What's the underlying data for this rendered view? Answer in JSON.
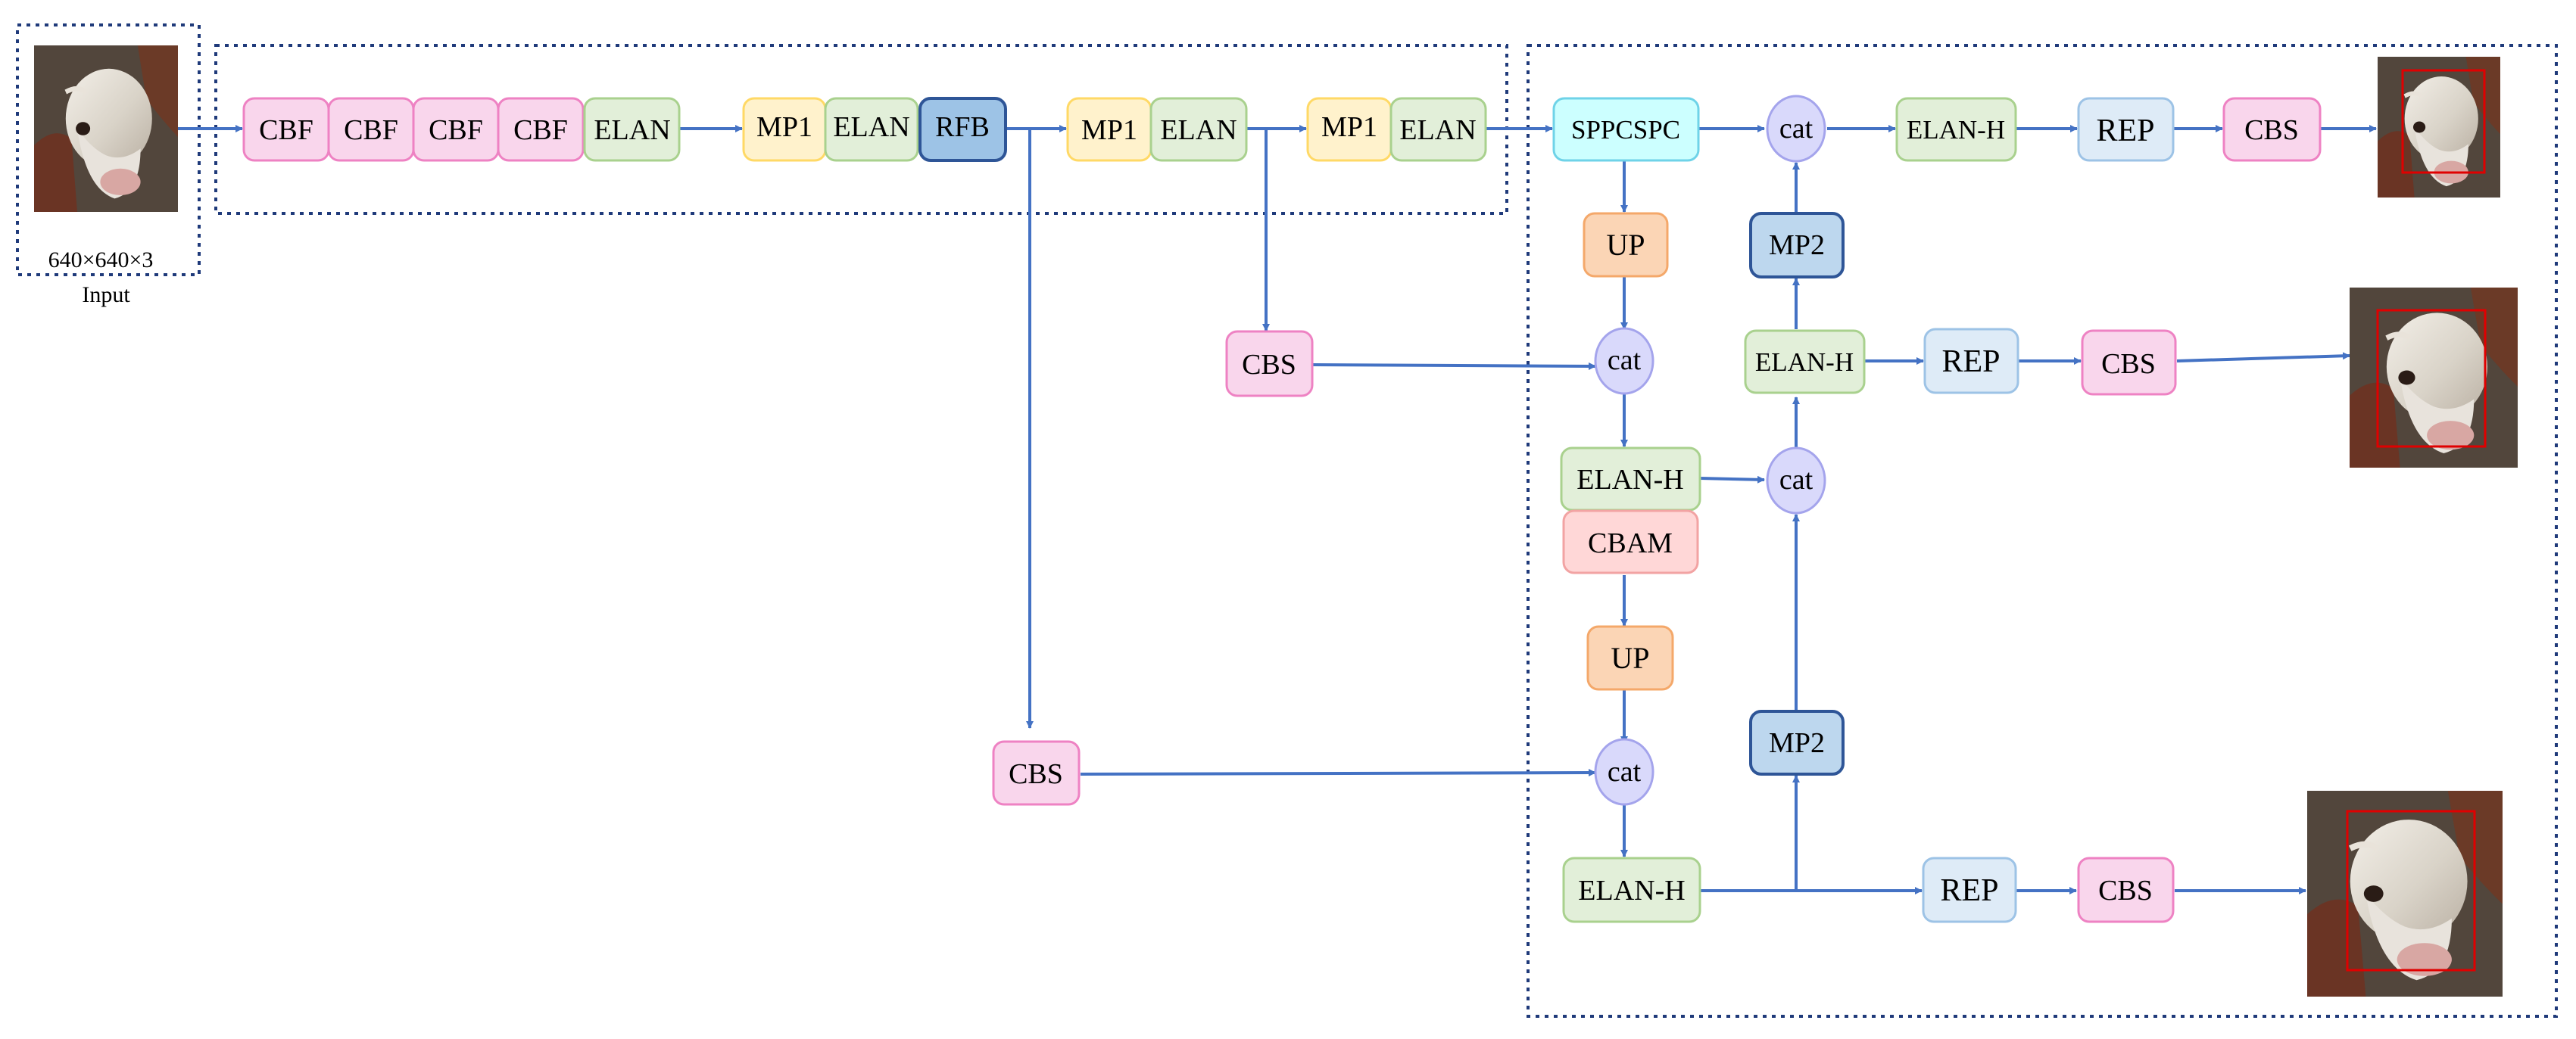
{
  "input": {
    "size_label": "640×640×3",
    "label": "Input"
  },
  "backbone": {
    "blocks": [
      "CBF",
      "CBF",
      "CBF",
      "CBF",
      "ELAN",
      "MP1",
      "ELAN",
      "RFB",
      "MP1",
      "ELAN",
      "MP1",
      "ELAN"
    ]
  },
  "head": {
    "sppcspc": "SPPCSPC",
    "up1": "UP",
    "up2": "UP",
    "cbs_mid": "CBS",
    "cbs_low": "CBS",
    "cat_top": "cat",
    "cat_mid_left": "cat",
    "cat_mid_right": "cat",
    "cat_low": "cat",
    "elan_h_mid_left": "ELAN-H",
    "cbam": "CBAM",
    "elan_h_low": "ELAN-H",
    "mp2_top": "MP2",
    "mp2_low": "MP2",
    "elan_h_mid_right": "ELAN-H",
    "elan_h_top": "ELAN-H",
    "rep_top": "REP",
    "rep_mid": "REP",
    "rep_low": "REP",
    "cbs_out_top": "CBS",
    "cbs_out_mid": "CBS",
    "cbs_out_low": "CBS"
  },
  "colors": {
    "arrow": "#4472c4",
    "dotted_border": "#1f3a7a",
    "cbf_fill": "#f9d6ec",
    "cbf_stroke": "#ee82c3",
    "elan_fill": "#e2efd9",
    "elan_stroke": "#a9d18e",
    "mp1_fill": "#fff2cc",
    "mp1_stroke": "#ffd966",
    "rfb_fill": "#9dc3e6",
    "rfb_stroke": "#2e5597",
    "spp_fill": "#ccffff",
    "spp_stroke": "#6fd3e8",
    "up_fill": "#fbd5b5",
    "up_stroke": "#f4a86a",
    "cat_fill": "#d9d9fb",
    "cat_stroke": "#a4a4ec",
    "cbam_fill": "#ffd7d7",
    "cbam_stroke": "#f2a3a3",
    "mp2_fill": "#bdd7ee",
    "mp2_stroke": "#2e5597",
    "rep_fill": "#deebf7",
    "rep_stroke": "#9dc3e6",
    "detect_box": "#e00000"
  }
}
